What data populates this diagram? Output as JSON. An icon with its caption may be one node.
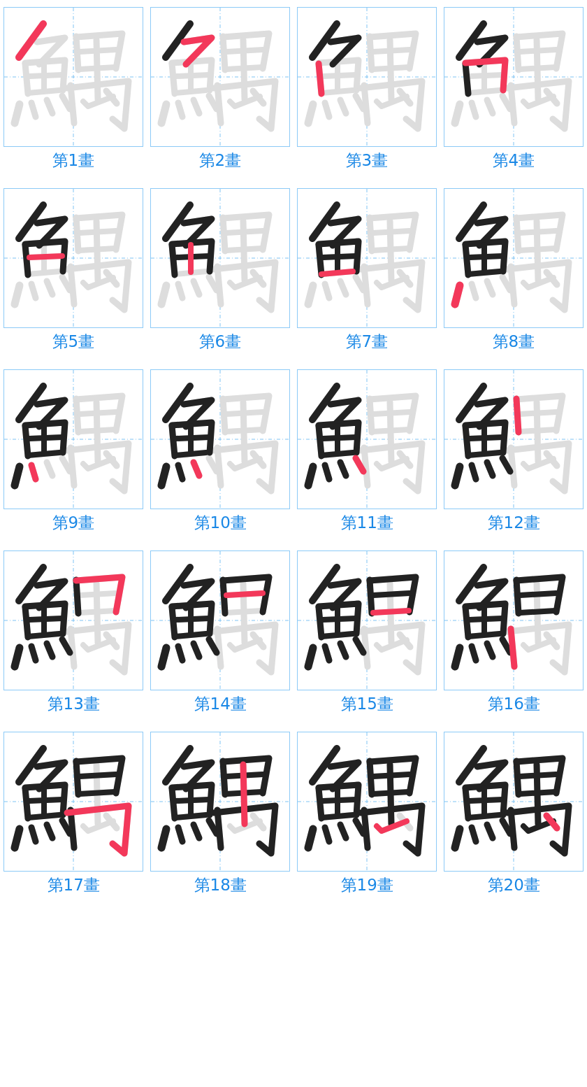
{
  "diagram": {
    "nodes": [
      {
        "text": [],
        "shape": "picture",
        "beside": [
          "第1畫"
        ]
      },
      {
        "text": [],
        "shape": "picture",
        "beside": [
          "第2畫"
        ]
      },
      {
        "text": [],
        "shape": "picture",
        "beside": [
          "第3畫"
        ]
      },
      {
        "text": [],
        "shape": "picture",
        "beside": [
          "第4畫"
        ]
      },
      {
        "text": [],
        "shape": "picture",
        "beside": [
          "第5畫"
        ]
      },
      {
        "text": [],
        "shape": "picture",
        "beside": [
          "第6畫"
        ]
      },
      {
        "text": [],
        "shape": "picture",
        "beside": [
          "第7畫"
        ]
      },
      {
        "text": [],
        "shape": "picture",
        "beside": [
          "第8畫"
        ]
      },
      {
        "text": [],
        "shape": "picture",
        "beside": [
          "第9畫"
        ]
      },
      {
        "text": [],
        "shape": "picture",
        "beside": [
          "第10畫"
        ]
      },
      {
        "text": [],
        "shape": "picture",
        "beside": [
          "第11畫"
        ]
      },
      {
        "text": [],
        "shape": "picture",
        "beside": [
          "第12畫"
        ]
      },
      {
        "text": [],
        "shape": "picture",
        "beside": [
          "第13畫"
        ]
      },
      {
        "text": [],
        "shape": "picture",
        "beside": [
          "第14畫"
        ]
      },
      {
        "text": [],
        "shape": "picture",
        "beside": [
          "第15畫"
        ]
      },
      {
        "text": [],
        "shape": "picture",
        "beside": [
          "第16畫"
        ]
      },
      {
        "text": [],
        "shape": "picture",
        "beside": [
          "第17畫"
        ]
      },
      {
        "text": [],
        "shape": "picture",
        "beside": [
          "第18畫"
        ]
      },
      {
        "text": [],
        "shape": "picture",
        "beside": [
          "第19畫"
        ]
      },
      {
        "text": [],
        "shape": "picture",
        "beside": [
          "第20畫"
        ]
      }
    ]
  }
}
